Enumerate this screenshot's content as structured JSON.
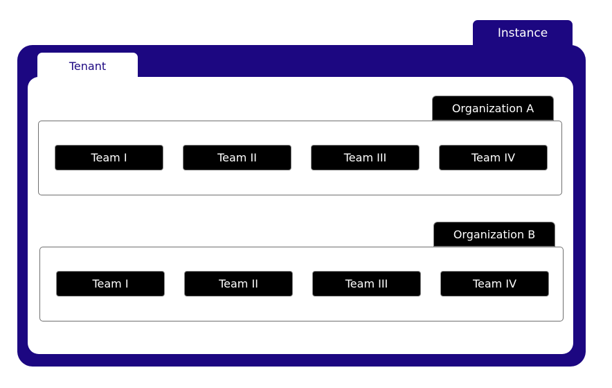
{
  "instance": {
    "label": "Instance",
    "color": "#1c0781"
  },
  "tenant": {
    "label": "Tenant"
  },
  "organizations": [
    {
      "label": "Organization A",
      "teams": [
        "Team I",
        "Team II",
        "Team III",
        "Team IV"
      ]
    },
    {
      "label": "Organization B",
      "teams": [
        "Team I",
        "Team II",
        "Team III",
        "Team IV"
      ]
    }
  ]
}
